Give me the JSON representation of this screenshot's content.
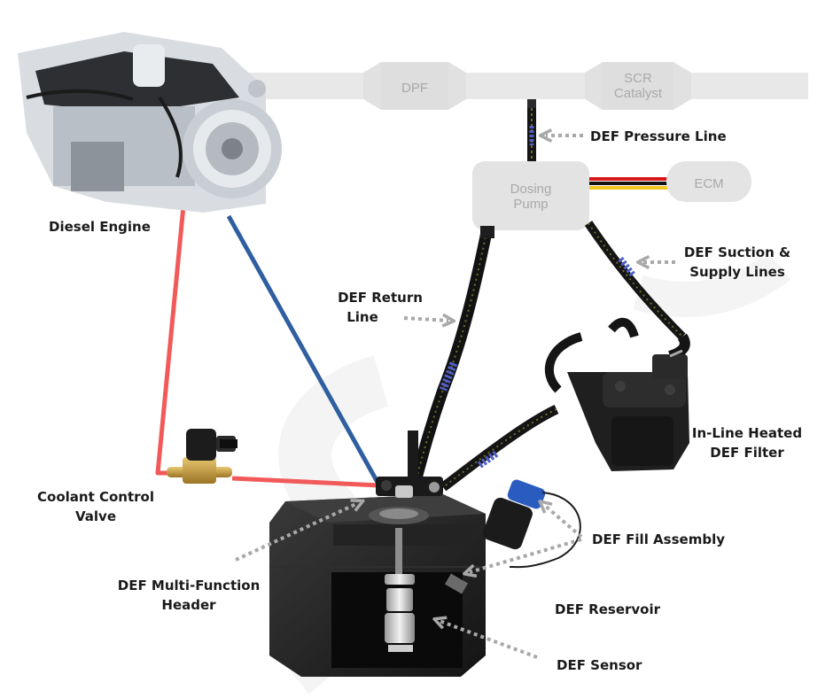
{
  "exhaust": {
    "dpf_label": "DPF",
    "scr_label_1": "SCR",
    "scr_label_2": "Catalyst"
  },
  "ecm": {
    "label": "ECM"
  },
  "dosing_pump": {
    "line1": "Dosing",
    "line2": "Pump"
  },
  "labels": {
    "diesel_engine": "Diesel Engine",
    "def_pressure_line": "DEF Pressure Line",
    "def_suction_1": "DEF Suction &",
    "def_suction_2": "Supply Lines",
    "def_return_1": "DEF Return",
    "def_return_2": "Line",
    "inline_filter_1": "In-Line Heated",
    "inline_filter_2": "DEF Filter",
    "coolant_valve_1": "Coolant Control",
    "coolant_valve_2": "Valve",
    "def_fill": "DEF Fill Assembly",
    "multi_header_1": "DEF Multi-Function",
    "multi_header_2": "Header",
    "def_reservoir": "DEF Reservoir",
    "def_sensor": "DEF Sensor"
  },
  "colors": {
    "coolant_supply": "#f25a5a",
    "coolant_return": "#2f5fa0",
    "ecm_wire_red": "#d81818",
    "ecm_wire_yellow": "#f2c81e",
    "ecm_wire_black": "#111111",
    "def_line": "#151515",
    "callout_arrow": "#a8a8a8",
    "ghost_shape": "#e6e6e6"
  },
  "icons": [
    "diesel-engine-icon",
    "coolant-valve-icon",
    "def-reservoir-icon",
    "def-filter-icon",
    "fill-cap-icon",
    "def-sensor-icon"
  ]
}
